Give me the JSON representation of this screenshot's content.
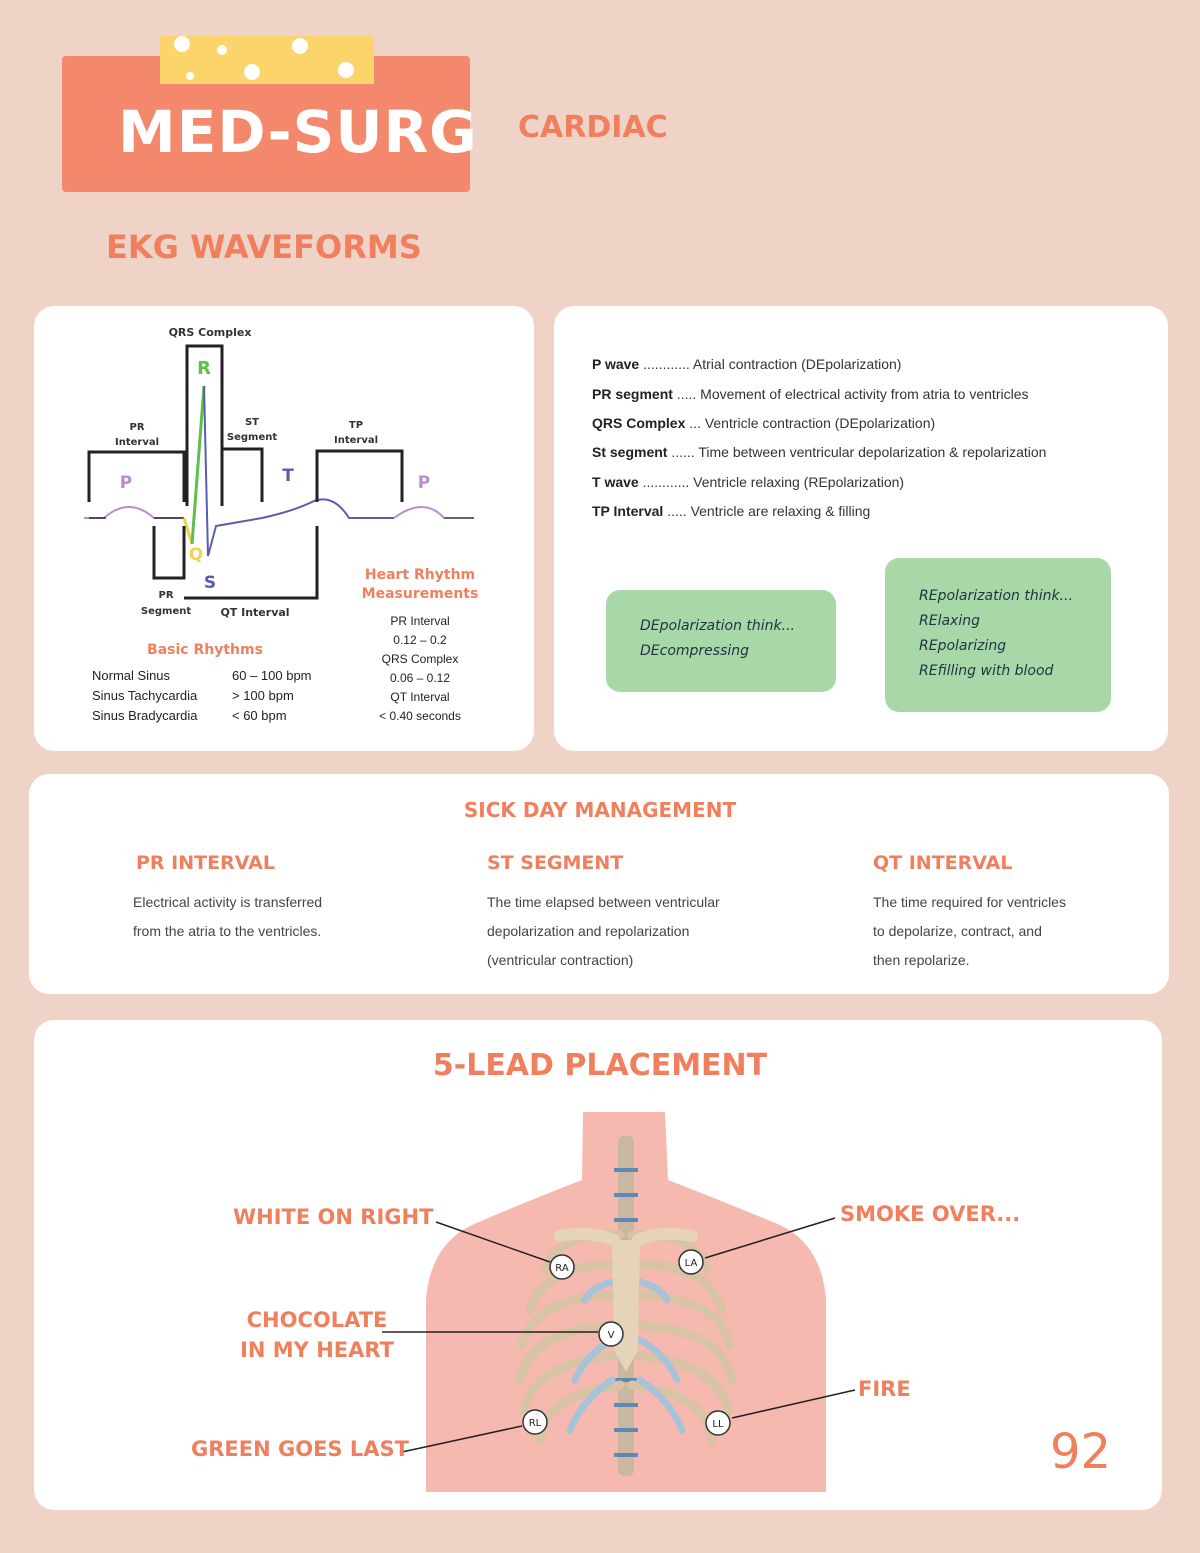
{
  "header": {
    "banner_title": "MED-SURG",
    "subtitle": "CARDIAC",
    "section_title": "EKG WAVEFORMS"
  },
  "diagram": {
    "qrs_complex": "QRS Complex",
    "r": "R",
    "q": "Q",
    "s": "S",
    "t": "T",
    "p_left": "P",
    "p_right": "P",
    "pr_interval": [
      "PR",
      "Interval"
    ],
    "st_segment": [
      "ST",
      "Segment"
    ],
    "tp_interval": [
      "TP",
      "Interval"
    ],
    "pr_segment": [
      "PR",
      "Segment"
    ],
    "qt_interval": "QT Interval"
  },
  "measurements": {
    "title": [
      "Heart Rhythm",
      "Measurements"
    ],
    "items": [
      {
        "label": "PR Interval",
        "value": "0.12 – 0.2"
      },
      {
        "label": "QRS Complex",
        "value": "0.06 – 0.12"
      },
      {
        "label": "QT Interval",
        "value": "< 0.40 seconds"
      }
    ]
  },
  "basic_rhythms": {
    "title": "Basic Rhythms",
    "items": [
      {
        "name": "Normal Sinus",
        "rate": "60 – 100 bpm"
      },
      {
        "name": "Sinus Tachycardia",
        "rate": "> 100 bpm"
      },
      {
        "name": "Sinus Bradycardia",
        "rate": "< 60 bpm"
      }
    ]
  },
  "definitions": [
    {
      "term": "P wave",
      "dots": " ............ ",
      "text": "Atrial contraction (DEpolarization)"
    },
    {
      "term": "PR segment",
      "dots": " ..... ",
      "text": "Movement of electrical activity from atria to ventricles"
    },
    {
      "term": "QRS Complex",
      "dots": " ... ",
      "text": "Ventricle contraction (DEpolarization)"
    },
    {
      "term": "St segment",
      "dots": " ...... ",
      "text": "Time between ventricular depolarization & repolarization"
    },
    {
      "term": "T wave",
      "dots": " ............ ",
      "text": "Ventricle relaxing (REpolarization)"
    },
    {
      "term": "TP Interval",
      "dots": " ..... ",
      "text": "Ventricle are relaxing & filling"
    }
  ],
  "mnemonics": {
    "depolarization": [
      "DEpolarization think...",
      "DEcompressing"
    ],
    "repolarization": [
      "REpolarization think...",
      "RElaxing",
      "REpolarizing",
      "REfilling with blood"
    ]
  },
  "sick_day": {
    "title": "SICK DAY MANAGEMENT",
    "columns": [
      {
        "title": "PR INTERVAL",
        "lines": [
          "Electrical activity is transferred",
          "from the atria to the ventricles."
        ]
      },
      {
        "title": "ST SEGMENT",
        "lines": [
          "The time elapsed between ventricular",
          "depolarization and repolarization",
          "(ventricular contraction)"
        ]
      },
      {
        "title": "QT INTERVAL",
        "lines": [
          "The time required for ventricles",
          "to depolarize, contract, and",
          "then repolarize."
        ]
      }
    ]
  },
  "lead_placement": {
    "title": "5-LEAD PLACEMENT",
    "labels": {
      "white": "WHITE ON RIGHT",
      "smoke": "SMOKE OVER...",
      "chocolate": [
        "CHOCOLATE",
        "IN MY HEART"
      ],
      "fire": "FIRE",
      "green": "GREEN GOES LAST"
    },
    "electrodes": {
      "ra": "RA",
      "la": "LA",
      "v": "V",
      "rl": "RL",
      "ll": "LL"
    }
  },
  "page_number": "92",
  "colors": {
    "background": "#efd3c7",
    "accent": "#f07f5e",
    "banner": "#f4886c",
    "tape": "#fbd46b",
    "green_box": "#a8d8a8"
  }
}
